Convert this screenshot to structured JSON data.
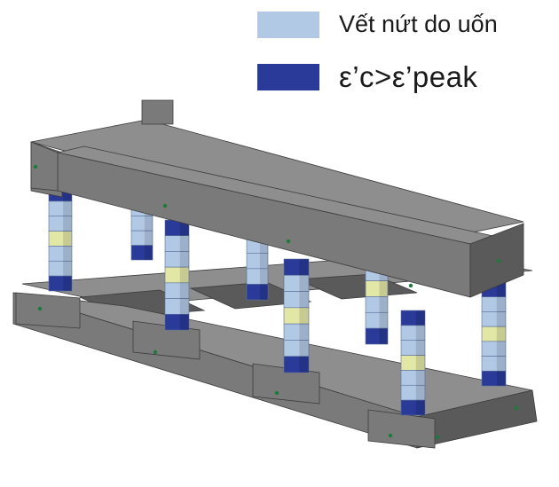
{
  "legend": {
    "items": [
      {
        "label": "Vết nứt do uốn",
        "color": "#b2c9e6"
      },
      {
        "label": "ε’c>ε’peak",
        "color": "#2a3a98"
      }
    ]
  },
  "colors": {
    "concrete_top": "#8e8e8e",
    "concrete_front": "#7a7a7a",
    "concrete_dark": "#5a5a5a",
    "concrete_edge": "#3c3c3c",
    "column_light": "#b2c9e6",
    "column_dark": "#2a3a98",
    "column_yellow": "#e3e7a6",
    "node_dot": "#1e7a3a"
  },
  "columns": [
    {
      "id": "c1",
      "segments": [
        "dark",
        "light",
        "light",
        "yellow",
        "light",
        "light",
        "dark"
      ]
    },
    {
      "id": "c2",
      "segments": [
        "dark",
        "light",
        "yellow",
        "light",
        "light",
        "light",
        "dark"
      ]
    },
    {
      "id": "c3",
      "segments": [
        "dark",
        "light",
        "light",
        "yellow",
        "light",
        "light",
        "dark"
      ]
    },
    {
      "id": "c4",
      "segments": [
        "dark",
        "light",
        "yellow",
        "light",
        "light",
        "light",
        "dark"
      ]
    },
    {
      "id": "c5",
      "segments": [
        "dark",
        "light",
        "light",
        "yellow",
        "light",
        "light",
        "dark"
      ]
    },
    {
      "id": "c6",
      "segments": [
        "dark",
        "light",
        "light",
        "yellow",
        "light",
        "light",
        "dark"
      ]
    },
    {
      "id": "c7",
      "segments": [
        "dark",
        "light",
        "light",
        "yellow",
        "light",
        "light",
        "dark"
      ]
    },
    {
      "id": "c8",
      "segments": [
        "dark",
        "light",
        "light",
        "yellow",
        "light",
        "light",
        "dark"
      ]
    }
  ]
}
